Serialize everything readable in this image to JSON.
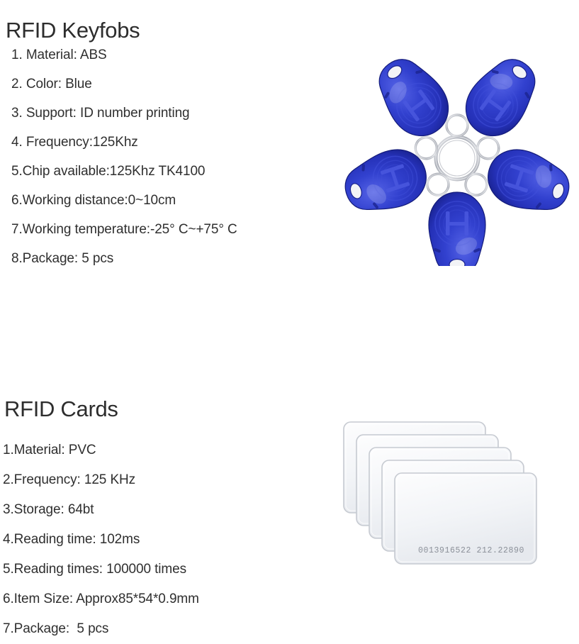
{
  "page": {
    "background": "#ffffff",
    "text_color": "#2d2d2d"
  },
  "sections": [
    {
      "id": "keyfobs",
      "title": "RFID Keyfobs",
      "specs": [
        "1. Material: ABS",
        "2. Color: Blue",
        "3. Support: ID number printing",
        "4. Frequency:125Khz",
        "5.Chip available:125Khz TK4100",
        "6.Working distance:0~10cm",
        "7.Working temperature:-25° C~+75° C",
        "8.Package: 5 pcs"
      ],
      "image": {
        "name": "rfid-keyfobs-photo",
        "description": "Five blue teardrop RFID keyfobs arranged radially around a central silver split ring",
        "count": 5,
        "body_color": "#2d39c4",
        "body_color_dark": "#1d2796",
        "body_color_light": "#4a57e0",
        "ring_color": "#b9bcc4"
      }
    },
    {
      "id": "cards",
      "title": "RFID Cards",
      "specs": [
        "1.Material: PVC",
        "2.Frequency: 125 KHz",
        "3.Storage: 64bt",
        "4.Reading time: 102ms",
        "5.Reading times: 100000 times",
        "6.Item Size: Approx85*54*0.9mm",
        "7.Package:  5 pcs"
      ],
      "image": {
        "name": "rfid-cards-photo",
        "description": "Five fanned white blank PVC RFID cards with printed serial number on the front card",
        "count": 5,
        "card_color": "#f3f5f8",
        "card_border": "#c6cad1",
        "printed_number": "0013916522 212.22890",
        "printed_number_color": "#8b9099"
      }
    }
  ]
}
